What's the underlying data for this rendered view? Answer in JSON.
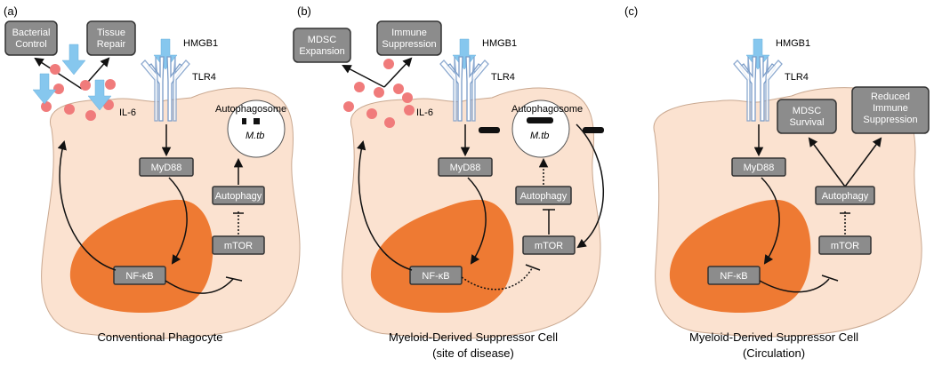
{
  "panels": [
    {
      "letter": "(a)",
      "caption": [
        "Conventional  Phagocyte"
      ],
      "boxes": {
        "bacterial": [
          "Bacterial",
          "Control"
        ],
        "tissue": [
          "Tissue",
          "Repair"
        ],
        "myd88": [
          "MyD88"
        ],
        "nfkb": [
          "NF-κB"
        ],
        "autophagy": [
          "Autophagy"
        ],
        "mtor": [
          "mTOR"
        ]
      },
      "labels": {
        "hmgb1": "HMGB1",
        "tlr4": "TLR4",
        "il6": "IL-6",
        "autophagosome": "Autophagosome",
        "mtb": "M.tb"
      }
    },
    {
      "letter": "(b)",
      "caption": [
        "Myeloid-Derived Suppressor Cell",
        "(site of disease)"
      ],
      "boxes": {
        "mdsc": [
          "MDSC",
          "Expansion"
        ],
        "immune": [
          "Immune",
          "Suppression"
        ],
        "myd88": [
          "MyD88"
        ],
        "nfkb": [
          "NF-κB"
        ],
        "autophagy": [
          "Autophagy"
        ],
        "mtor": [
          "mTOR"
        ]
      },
      "labels": {
        "hmgb1": "HMGB1",
        "tlr4": "TLR4",
        "il6": "IL-6",
        "autophagosome": "Autophagosome",
        "mtb": "M.tb"
      }
    },
    {
      "letter": "(c)",
      "caption": [
        "Myeloid-Derived Suppressor Cell",
        "(Circulation)"
      ],
      "boxes": {
        "survival": [
          "MDSC",
          "Survival"
        ],
        "reduced": [
          "Reduced",
          "Immune",
          "Suppression"
        ],
        "myd88": [
          "MyD88"
        ],
        "nfkb": [
          "NF-κB"
        ],
        "autophagy": [
          "Autophagy"
        ],
        "mtor": [
          "mTOR"
        ]
      },
      "labels": {
        "hmgb1": "HMGB1",
        "tlr4": "TLR4"
      }
    }
  ],
  "colors": {
    "cell": "#fbe2d0",
    "nucleus": "#ee7a33",
    "il6": "#f07b7b",
    "hmgb1": "#86c7ee",
    "box": "#8c8c8c"
  }
}
